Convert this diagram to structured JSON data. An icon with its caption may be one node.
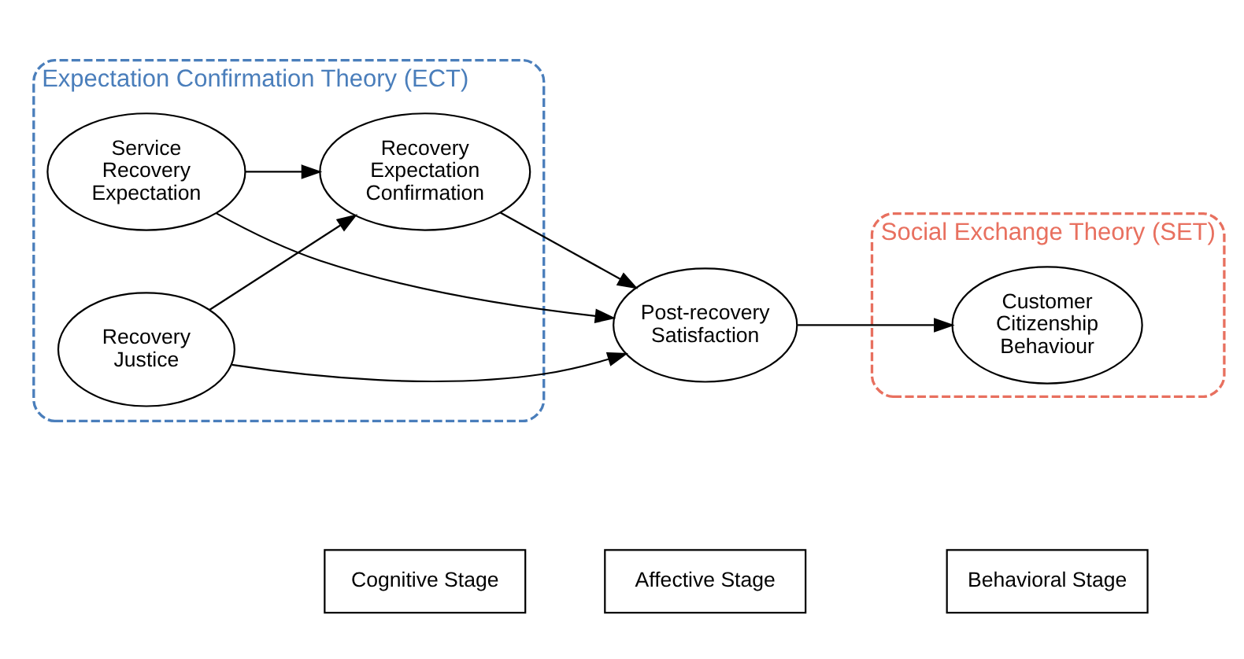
{
  "diagram": {
    "nodes": [
      {
        "text": [
          "Cognitive Stage"
        ]
      },
      {
        "text": [
          "Affective Stage"
        ]
      },
      {
        "text": [
          "Behavioral Stage"
        ]
      },
      {
        "text": [
          "Expectation Confirmation Theory (ECT)"
        ]
      },
      {
        "text": [
          "Service Recovery Expectation"
        ],
        "in": 3
      },
      {
        "text": [
          "Recovery Justice"
        ],
        "in": 3
      },
      {
        "text": [
          "Recovery Expectation Confirmation"
        ],
        "in": 3
      },
      {
        "text": [
          "Post-recovery Satisfaction"
        ]
      },
      {
        "text": [
          "Social Exchange Theory (SET)"
        ]
      },
      {
        "text": [
          "Customer Citizenship Behaviour"
        ],
        "in": 8
      }
    ],
    "edges": [
      {
        "from": 4,
        "to": 6,
        "arrow": "to"
      },
      {
        "from": 4,
        "to": 7,
        "arrow": "to"
      },
      {
        "from": 5,
        "to": 6,
        "arrow": "to"
      },
      {
        "from": 5,
        "to": 7,
        "arrow": "to"
      },
      {
        "from": 6,
        "to": 7,
        "arrow": "to"
      },
      {
        "from": 7,
        "to": 9,
        "arrow": "to"
      }
    ]
  }
}
